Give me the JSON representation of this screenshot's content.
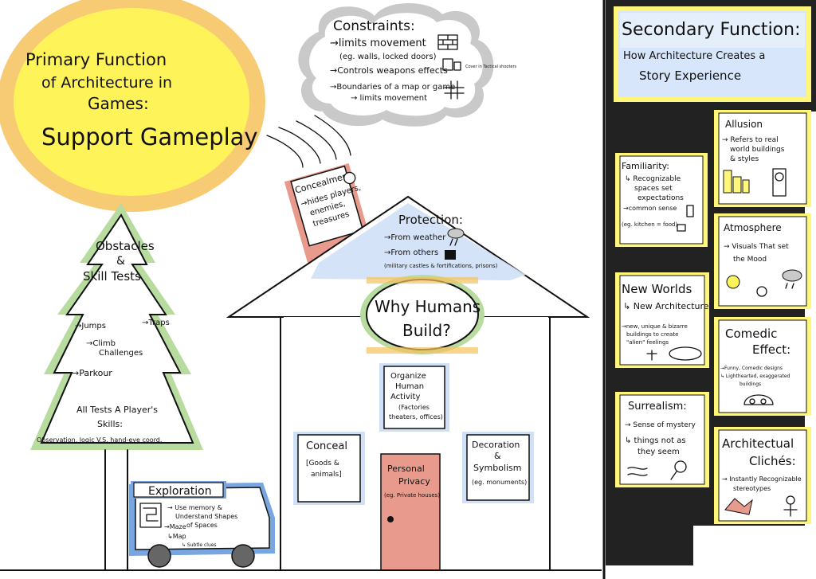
{
  "colors": {
    "sun_yellow": "#fff35a",
    "sun_orange": "#f6c25c",
    "tree_green": "#b8dba0",
    "cloud_grey": "#c9c9c9",
    "house_blue": "#cfe0f7",
    "door_red": "#e89a8c",
    "concealment_red": "#e89a8c",
    "bus_blue": "#7aa6e0",
    "panel_black": "#222222",
    "panel_yellow": "#fff67a",
    "banner_blue": "#d8e6fb"
  },
  "primary": {
    "line1": "Primary Function",
    "line2": "of Architecture in",
    "line3": "Games:",
    "line4": "Support Gameplay"
  },
  "constraints": {
    "title": "Constraints:",
    "line1": "→limits movement",
    "line2": "(eg. walls, locked doors)",
    "line3": "→Controls weapons effects",
    "line3_note": "Cover in Tactical shooters",
    "line4": "→Boundaries of a map or game",
    "line5": "→ limits movement"
  },
  "concealment": {
    "title": "Concealment",
    "line1": "→hides players,",
    "line2": "enemies,",
    "line3": "treasures"
  },
  "protection": {
    "title": "Protection:",
    "line1": "→From weather",
    "line2": "→From others",
    "line3": "(military castles & fortifications, prisons)"
  },
  "why": {
    "line1": "Why Humans",
    "line2": "Build?"
  },
  "organize": {
    "line1": "Organize",
    "line2": "Human",
    "line3": "Activity",
    "line4": "(Factories",
    "line5": "theaters, offices)"
  },
  "conceal_box": {
    "line1": "Conceal",
    "line2": "[Goods &",
    "line3": "animals]"
  },
  "decoration": {
    "line1": "Decoration",
    "line2": "&",
    "line3": "Symbolism",
    "line4": "(eg. monuments)"
  },
  "privacy": {
    "line1": "Personal",
    "line2": "Privacy",
    "line3": "(eg. Private houses)"
  },
  "tree": {
    "line1": "Obstacles",
    "line2": "&",
    "line3": "Skill Tests",
    "jumps": "→Jumps",
    "traps": "→Traps",
    "climb1": "→Climb",
    "climb2": "Challenges",
    "parkour": "→Parkour",
    "tests1": "All Tests A Player's",
    "tests2": "Skills:",
    "tests3": "Observation, logic  V.S.  hand-eye coord."
  },
  "exploration": {
    "title": "Exploration",
    "line1": "→ Use memory &",
    "line2": "Understand Shapes",
    "line3": "of Spaces",
    "line4": "→Maze",
    "line5": "↳Map",
    "line6": "↳ Subtle clues"
  },
  "secondary": {
    "title": "Secondary Function:",
    "line1": "How Architecture Creates a",
    "line2": "Story Experience"
  },
  "allusion": {
    "title": "Allusion",
    "line1": "→ Refers to real",
    "line2": "world buildings",
    "line3": "& styles"
  },
  "familiarity": {
    "title": "Familiarity:",
    "line1": "↳ Recognizable",
    "line2": "spaces set",
    "line3": "expectations",
    "line4": "→common sense",
    "line5": "(eg. kitchen = food)"
  },
  "atmosphere": {
    "title": "Atmosphere",
    "line1": "→ Visuals That set",
    "line2": "the Mood"
  },
  "new_worlds": {
    "line1": "New Worlds",
    "line2": "↳ New Architecture",
    "line3": "→new, unique & bizarre",
    "line4": "buildings to create",
    "line5": "\"alien\" feelings"
  },
  "comedic": {
    "line1": "Comedic",
    "line2": "Effect:",
    "line3": "→Funny, Comedic designs",
    "line4": "↳ Lighthearted, exaggerated",
    "line5": "buildings"
  },
  "surrealism": {
    "title": "Surrealism:",
    "line1": "→ Sense of mystery",
    "line2": "↳ things not as",
    "line3": "they seem"
  },
  "cliches": {
    "line1": "Architectual",
    "line2": "Clichés:",
    "line3": "→ Instantly Recognizable",
    "line4": "stereotypes"
  }
}
